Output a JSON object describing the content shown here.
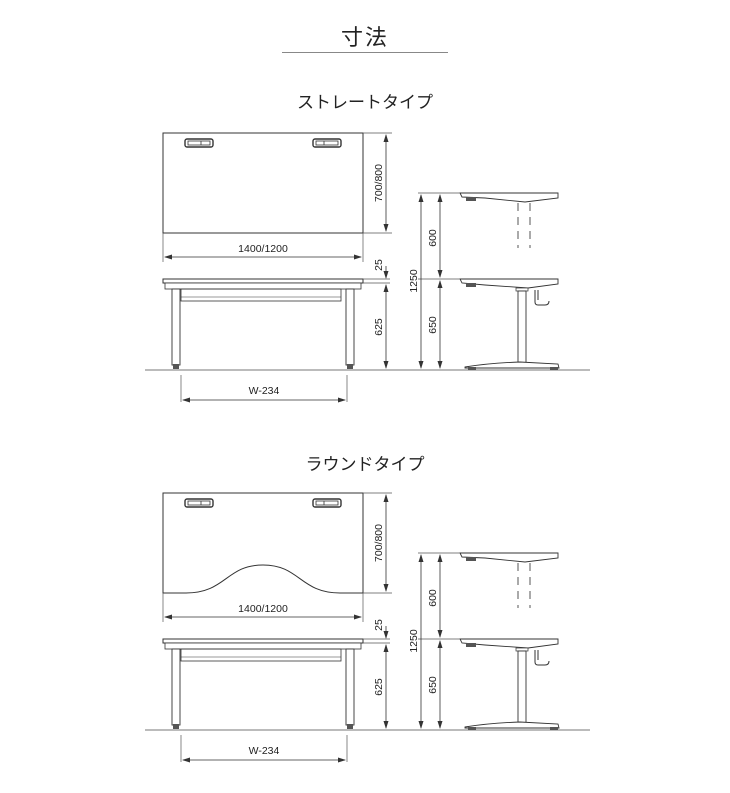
{
  "page": {
    "title": "寸法"
  },
  "sections": [
    {
      "title": "ストレートタイプ",
      "top_type": "straight",
      "dims": {
        "width": "1400/1200",
        "depth": "700/800",
        "top_thickness": "25",
        "frame_height": "625",
        "leg_span": "W-234",
        "max_height": "1250",
        "stroke": "600",
        "min_height": "650"
      }
    },
    {
      "title": "ラウンドタイプ",
      "top_type": "round",
      "dims": {
        "width": "1400/1200",
        "depth": "700/800",
        "top_thickness": "25",
        "frame_height": "625",
        "leg_span": "W-234",
        "max_height": "1250",
        "stroke": "600",
        "min_height": "650"
      }
    }
  ],
  "colors": {
    "line": "#333333",
    "dim_line": "#444444",
    "floor": "#777777",
    "rule": "#888888"
  }
}
